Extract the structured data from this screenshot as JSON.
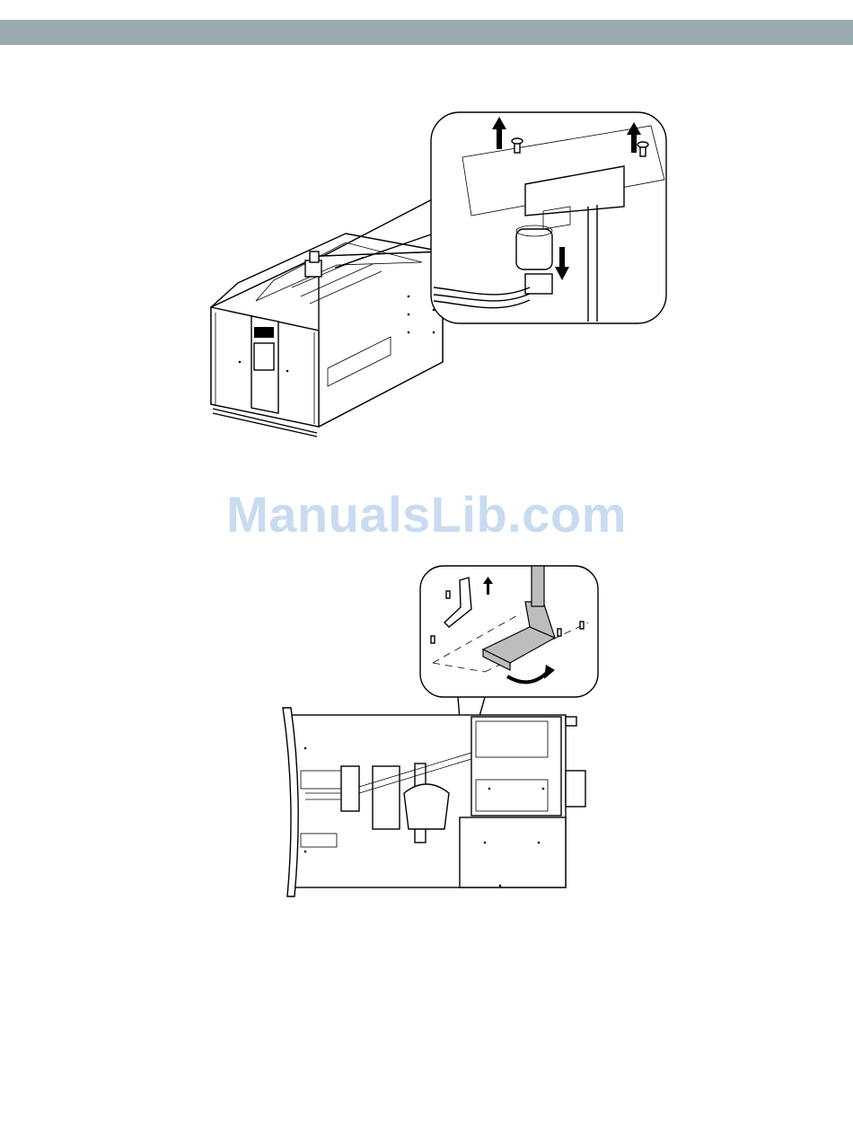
{
  "header": {
    "band_color": "#9aabad"
  },
  "watermark": {
    "text": "ManualsLib.com",
    "color": "#c9dbf0"
  },
  "figures": [
    {
      "name": "library-top-view",
      "detail": "cable-connector-removal-callout"
    },
    {
      "name": "library-side-view",
      "detail": "bracket-removal-callout"
    }
  ]
}
